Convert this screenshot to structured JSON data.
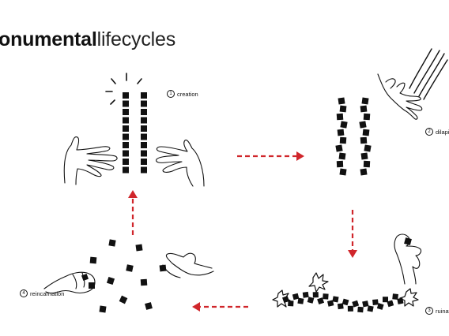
{
  "title": {
    "bold": "onumental",
    "light": "lifecycles"
  },
  "stages": [
    {
      "num": "1",
      "label": "creation"
    },
    {
      "num": "2",
      "label": "dilapi"
    },
    {
      "num": "3",
      "label": "ruinat"
    },
    {
      "num": "4",
      "label": "reincarnation"
    }
  ],
  "colors": {
    "arrow": "#d0262b",
    "ink": "#111111"
  }
}
